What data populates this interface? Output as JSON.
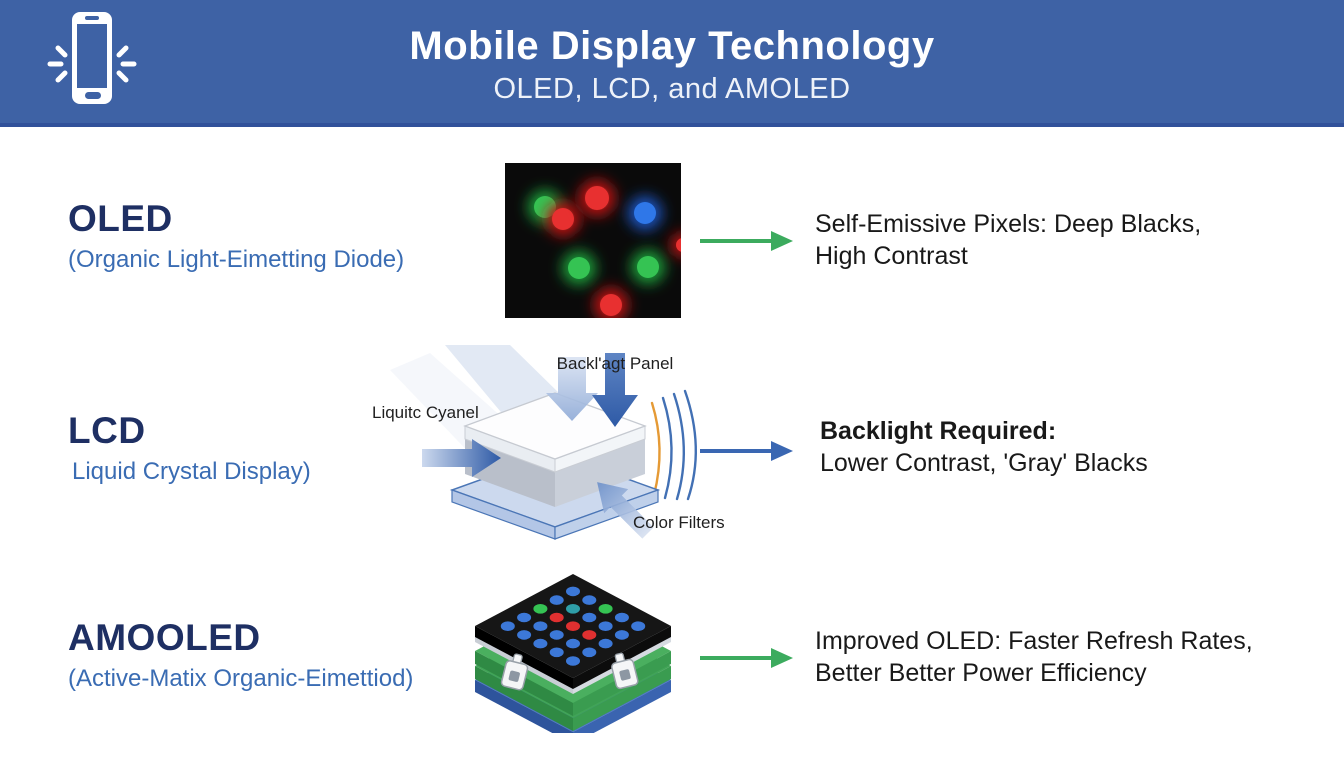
{
  "header": {
    "title": "Mobile Display Technology",
    "subtitle": "OLED, LCD, and AMOLED",
    "icon": "vibrating-smartphone-icon"
  },
  "rows": [
    {
      "id": "oled",
      "heading": "OLED",
      "subheading": "(Organic Light-Eimetting Diode)",
      "description_line1": "Self-Emissive Pixels: Deep Blacks,",
      "description_line2": "High Contrast",
      "illustration": "oled-pixel-closeup-photo",
      "arrow_color": "#3cab5e"
    },
    {
      "id": "lcd",
      "heading": "LCD",
      "subheading": "Liquid Crystal Display)",
      "description_line1": "Backlight Required:",
      "description_line2": "Lower Contrast, 'Gray' Blacks",
      "illustration": "lcd-layer-stack-diagram",
      "arrow_color": "#3a67b2",
      "labels": {
        "top": "Backl'agt Panel",
        "left": "Liquitc Cyanel",
        "bottom": "Color Filters"
      }
    },
    {
      "id": "amoled",
      "heading": "AMOOLED",
      "subheading": "(Active-Matix Organic-Eimettiod)",
      "description_line1": "Improved OLED: Faster Refresh Rates,",
      "description_line2": "Better Better Power Efficiency",
      "illustration": "amoled-layered-chip",
      "arrow_color": "#3cab5e"
    }
  ],
  "palette": {
    "header_blue": "#3e62a5",
    "header_border": "#31519a",
    "navy_heading": "#1e2f63",
    "subheading_blue": "#3a6cb3",
    "body_text": "#191919",
    "green_arrow": "#3cab5e",
    "blue_arrow": "#3a67b2",
    "orange_filter_line": "#e59a35",
    "oled_red": "#e83030",
    "oled_green": "#35c353",
    "oled_blue": "#2f77e8"
  }
}
